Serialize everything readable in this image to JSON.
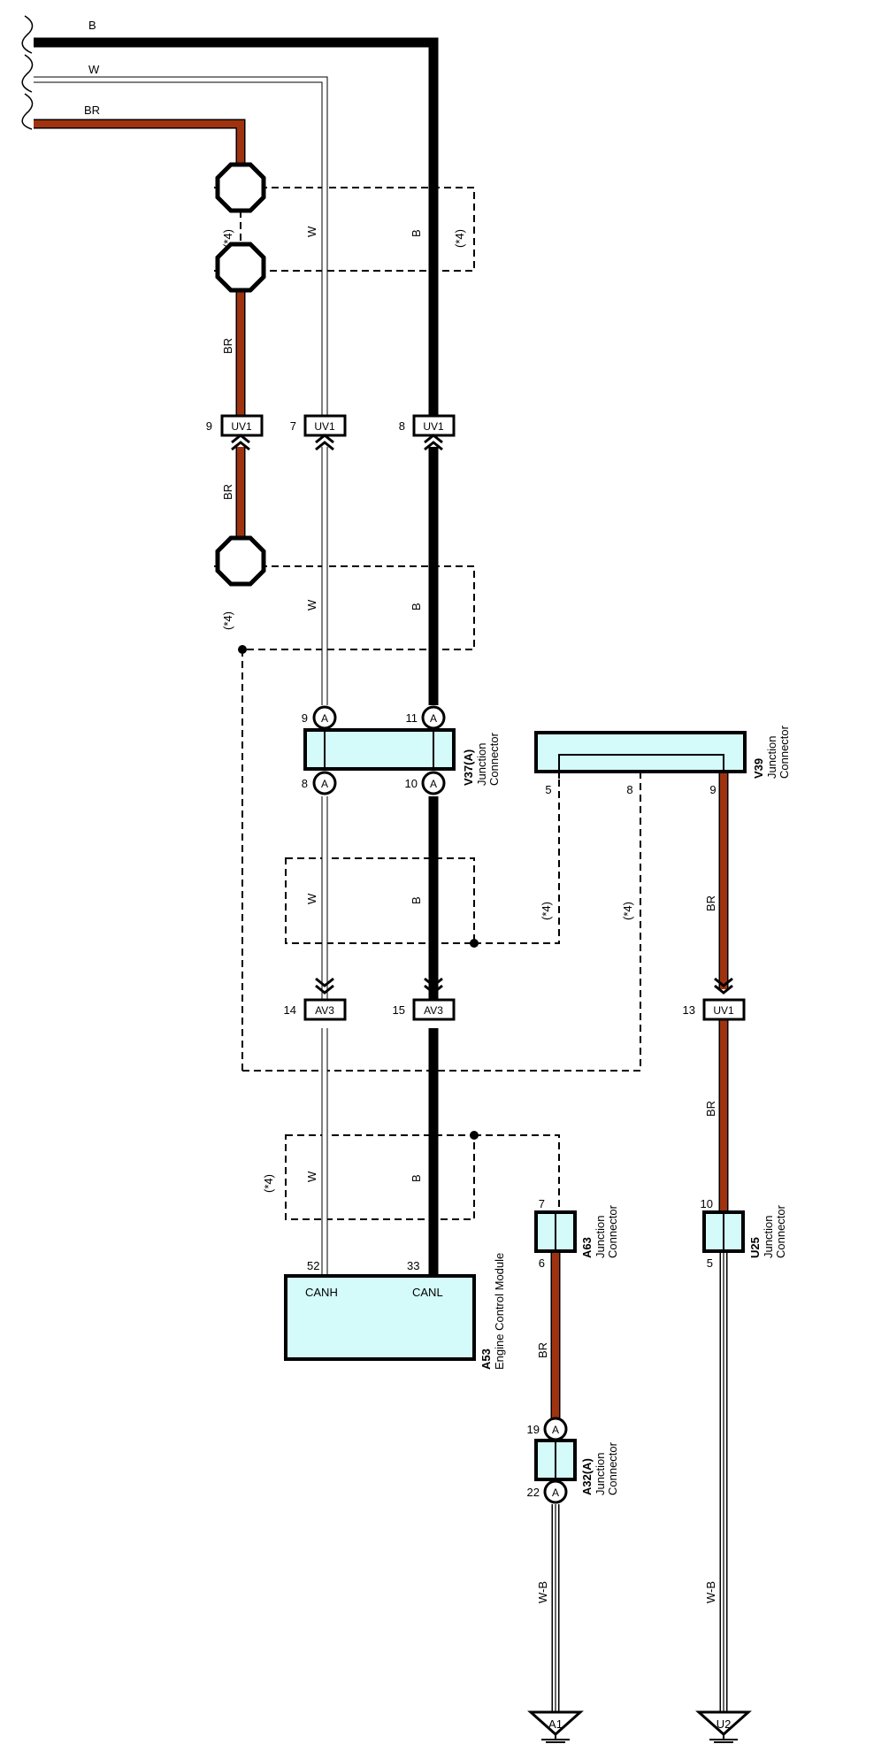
{
  "wire_colors": {
    "B": "#000000",
    "W": "#ffffff",
    "BR": "#a0330f",
    "W-B": "#ffffff"
  },
  "accent_colors": {
    "component_fill": "#d4fafa"
  },
  "wires": {
    "top_b": "B",
    "top_w": "W",
    "top_br": "BR",
    "br_upper": "BR",
    "br_lower": "BR",
    "w_upper": "W",
    "b_upper": "B",
    "w_mid": "W",
    "b_mid": "B",
    "w_mid2": "W",
    "b_mid2": "B",
    "br_v39": "BR",
    "br_uv1": "BR",
    "w_ecm": "W",
    "b_ecm": "B",
    "br_a63": "BR",
    "wb_a1": "W-B",
    "wb_u2": "W-B"
  },
  "shield_notes": {
    "upper": "(*4)",
    "upper_right": "(*4)",
    "mid_left": "(*4)",
    "v39_left": "(*4)",
    "v39_right": "(*4)",
    "ecm_left": "(*4)"
  },
  "connectors": {
    "uv1_br": {
      "code": "UV1",
      "pin": "9"
    },
    "uv1_w": {
      "code": "UV1",
      "pin": "7"
    },
    "uv1_b": {
      "code": "UV1",
      "pin": "8"
    },
    "av3_w": {
      "code": "AV3",
      "pin": "14"
    },
    "av3_b": {
      "code": "AV3",
      "pin": "15"
    },
    "uv1_v39": {
      "code": "UV1",
      "pin": "13"
    }
  },
  "junctions": {
    "v37": {
      "code": "V37(A)",
      "line1": "Junction",
      "line2": "Connector",
      "pin_tl": "9",
      "pin_tr": "11",
      "pin_bl": "8",
      "pin_br": "10",
      "term": "A"
    },
    "v39": {
      "code": "V39",
      "line1": "Junction",
      "line2": "Connector",
      "pin_a": "5",
      "pin_b": "8",
      "pin_c": "9"
    },
    "a63": {
      "code": "A63",
      "line1": "Junction",
      "line2": "Connector",
      "pin_top": "7",
      "pin_bot": "6"
    },
    "u25": {
      "code": "U25",
      "line1": "Junction",
      "line2": "Connector",
      "pin_top": "10",
      "pin_bot": "5"
    },
    "a32": {
      "code": "A32(A)",
      "line1": "Junction",
      "line2": "Connector",
      "pin_top": "19",
      "pin_bot": "22",
      "term": "A"
    }
  },
  "ecm": {
    "code": "A53",
    "name": "Engine Control Module",
    "pin_canh": "52",
    "pin_canl": "33",
    "canh": "CANH",
    "canl": "CANL"
  },
  "grounds": {
    "a1": "A1",
    "u2": "U2"
  }
}
